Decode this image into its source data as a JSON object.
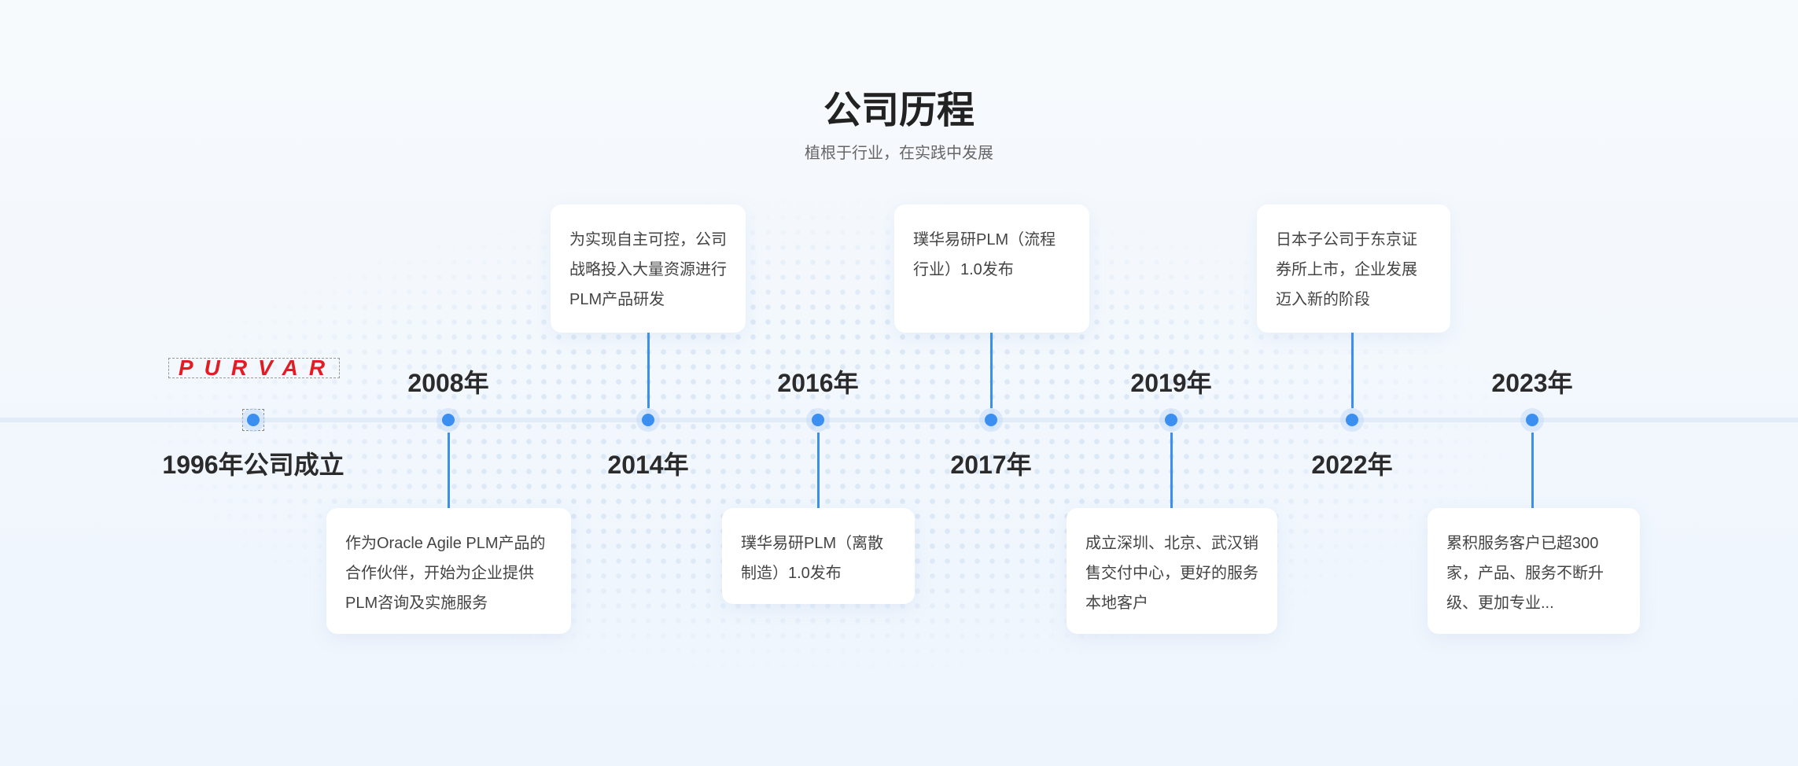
{
  "header": {
    "title": "公司历程",
    "subtitle": "植根于行业，在实践中发展"
  },
  "logo": {
    "text": "PURVAR",
    "color": "#e31b23"
  },
  "accent": "#3b8ff0",
  "events": [
    {
      "year": "1996年公司成立"
    },
    {
      "year": "2008年",
      "desc": "作为Oracle Agile PLM产品的合作伙伴，开始为企业提供PLM咨询及实施服务"
    },
    {
      "year": "2014年",
      "desc": "为实现自主可控，公司战略投入大量资源进行PLM产品研发"
    },
    {
      "year": "2016年",
      "desc": "璞华易研PLM（离散制造）1.0发布"
    },
    {
      "year": "2017年",
      "desc": "璞华易研PLM（流程行业）1.0发布"
    },
    {
      "year": "2019年",
      "desc": "成立深圳、北京、武汉销售交付中心，更好的服务本地客户"
    },
    {
      "year": "2022年",
      "desc": "日本子公司于东京证券所上市，企业发展迈入新的阶段"
    },
    {
      "year": "2023年",
      "desc": "累积服务客户已超300家，产品、服务不断升级、更加专业..."
    }
  ]
}
